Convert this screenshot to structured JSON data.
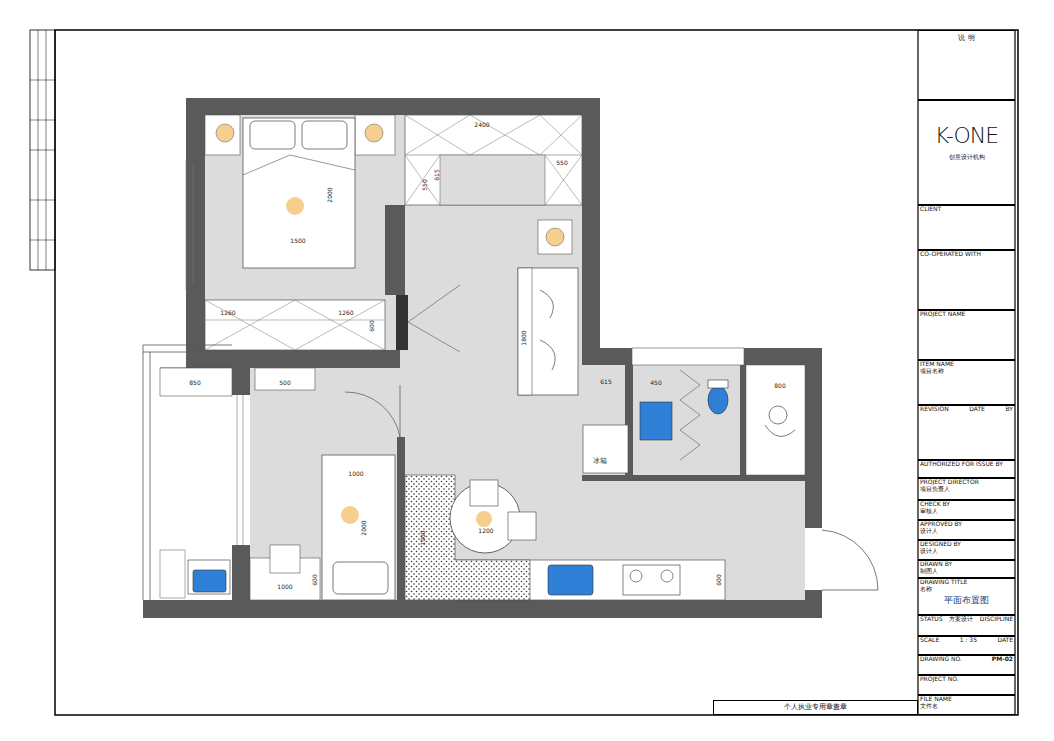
{
  "diagram": {
    "nodes": [
      {
        "text": [
          "说 明"
        ]
      },
      {
        "text": [
          "K-ONE",
          "创意设计机构"
        ]
      },
      {
        "text": [
          "CLIENT"
        ]
      },
      {
        "text": [
          "CO-OPERATED WITH"
        ]
      },
      {
        "text": [
          "PROJECT NAME"
        ]
      },
      {
        "text": [
          "ITEM NAME",
          "项目名称"
        ]
      },
      {
        "text": [
          "REVISION",
          "DATE",
          "BY"
        ]
      },
      {
        "text": [
          "AUTHORIZED FOR ISSUE BY"
        ]
      },
      {
        "text": [
          "PROJECT DIRECTOR",
          "项目负责人"
        ]
      },
      {
        "text": [
          "CHECK BY",
          "审核人"
        ]
      },
      {
        "text": [
          "APPROVED BY",
          "设计人"
        ]
      },
      {
        "text": [
          "DESIGNED BY",
          "设计人"
        ]
      },
      {
        "text": [
          "DRAWN BY",
          "制图人"
        ]
      },
      {
        "text": [
          "DRAWING TITLE",
          "名称",
          "平面布置图"
        ]
      },
      {
        "text": [
          "STATUS",
          "方案设计",
          "DISCIPLINE"
        ]
      },
      {
        "text": [
          "SCALE",
          "1 : 35",
          "DATE"
        ]
      },
      {
        "text": [
          "DRAWING NO.",
          "PM-02"
        ]
      },
      {
        "text": [
          "PROJECT NO."
        ]
      },
      {
        "text": [
          "FILE NAME",
          "文件名"
        ]
      },
      {
        "text": [
          "个人执业专用章盖章"
        ]
      }
    ],
    "labels": [
      "2400",
      "550",
      "550",
      "615",
      "1500",
      "2000",
      "1260",
      "1260",
      "600",
      "1800",
      "850",
      "500",
      "615",
      "450",
      "800",
      "冰箱",
      "1000",
      "2000",
      "1000",
      "600",
      "1200",
      "1000",
      "600"
    ]
  }
}
